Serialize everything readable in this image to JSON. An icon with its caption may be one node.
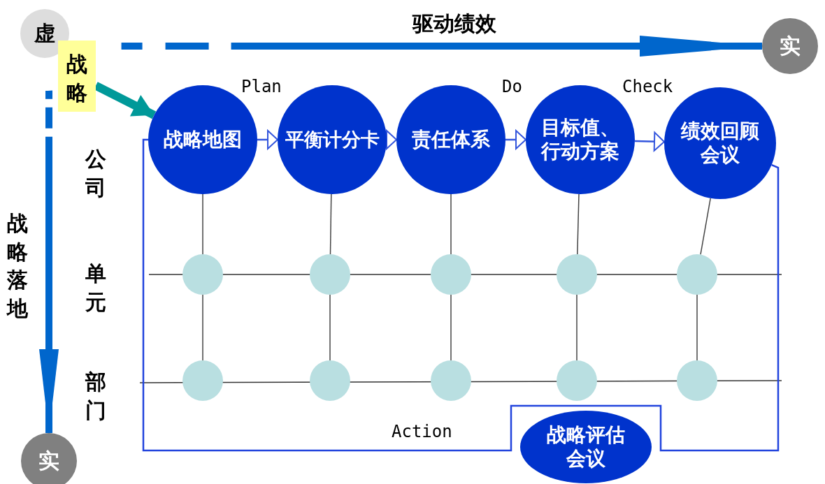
{
  "diagram": {
    "nodes": [
      {
        "text": [
          "虚"
        ]
      },
      {
        "text": [
          "实"
        ]
      },
      {
        "text": [
          "战略"
        ]
      },
      {
        "text": [
          "战略地图"
        ]
      },
      {
        "text": [
          "平衡计分卡"
        ]
      },
      {
        "text": [
          "责任体系"
        ]
      },
      {
        "text": [
          "目标值、行动方案"
        ]
      },
      {
        "text": [
          "绩效回顾会议"
        ]
      },
      {
        "text": [],
        "shape": "circle"
      },
      {
        "text": [],
        "shape": "circle"
      },
      {
        "text": [],
        "shape": "circle"
      },
      {
        "text": [],
        "shape": "circle"
      },
      {
        "text": [],
        "shape": "circle"
      },
      {
        "text": [],
        "shape": "circle"
      },
      {
        "text": [],
        "shape": "circle"
      },
      {
        "text": [],
        "shape": "circle"
      },
      {
        "text": [],
        "shape": "circle"
      },
      {
        "text": [],
        "shape": "circle"
      },
      {
        "text": [
          "战略评估会议"
        ]
      },
      {
        "text": [
          "实"
        ]
      }
    ],
    "edges": [
      {
        "from": 0,
        "to": 1,
        "arrow": "to",
        "label": "驱动绩效",
        "style": "dashed",
        "color": "#0066cc"
      },
      {
        "from": 0,
        "to": 19,
        "arrow": "to",
        "label": "战略落地",
        "style": "dashed",
        "color": "#0066cc"
      },
      {
        "from": 2,
        "to": 3,
        "arrow": "to",
        "style": "thick",
        "color": "#009999"
      },
      {
        "from": 3,
        "to": 4,
        "arrow": "to",
        "label": "Plan",
        "color": "#3355dd"
      },
      {
        "from": 4,
        "to": 5,
        "arrow": "to",
        "color": "#3355dd"
      },
      {
        "from": 5,
        "to": 6,
        "arrow": "to",
        "label": "Do",
        "color": "#3355dd"
      },
      {
        "from": 6,
        "to": 7,
        "arrow": "to",
        "label": "Check",
        "color": "#3355dd"
      },
      {
        "from": 7,
        "to": 3,
        "arrow": "none",
        "label": "Action",
        "color": "#2244dd"
      },
      {
        "from": 3,
        "to": 8,
        "arrow": "none"
      },
      {
        "from": 8,
        "to": 13,
        "arrow": "none"
      },
      {
        "from": 4,
        "to": 9,
        "arrow": "none"
      },
      {
        "from": 9,
        "to": 14,
        "arrow": "none"
      },
      {
        "from": 5,
        "to": 10,
        "arrow": "none"
      },
      {
        "from": 10,
        "to": 15,
        "arrow": "none"
      },
      {
        "from": 6,
        "to": 11,
        "arrow": "none"
      },
      {
        "from": 11,
        "to": 16,
        "arrow": "none"
      },
      {
        "from": 7,
        "to": 12,
        "arrow": "none"
      },
      {
        "from": 12,
        "to": 17,
        "arrow": "none"
      }
    ],
    "labels": [
      "公司",
      "单元",
      "部门"
    ]
  }
}
